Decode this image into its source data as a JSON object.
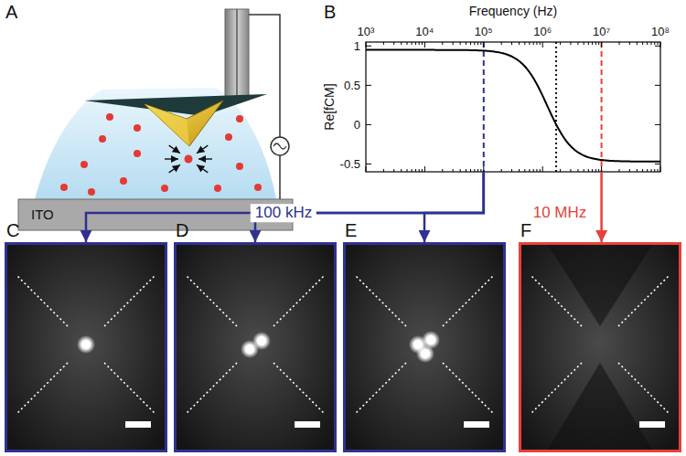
{
  "diagram": {
    "nodes": [
      {
        "text": [
          "A"
        ]
      },
      {
        "text": [
          "B"
        ]
      },
      {
        "text": [
          "C"
        ]
      },
      {
        "text": [
          "D"
        ]
      },
      {
        "text": [
          "E"
        ]
      },
      {
        "text": [
          "F"
        ]
      }
    ],
    "edges": [
      {
        "from": 1,
        "to": 2,
        "arrow": "to"
      },
      {
        "from": 1,
        "to": 3,
        "arrow": "to",
        "label": "100 kHz"
      },
      {
        "from": 1,
        "to": 4,
        "arrow": "to"
      },
      {
        "from": 1,
        "to": 5,
        "arrow": "to",
        "label": "10 MHz"
      }
    ],
    "labels": [
      "ITO",
      "Frequency (Hz)",
      "10³",
      "10⁴",
      "10⁵",
      "10⁶",
      "10⁷",
      "10⁸",
      "1",
      "0.5",
      "0",
      "-0.5",
      "Re[fCM]"
    ]
  }
}
